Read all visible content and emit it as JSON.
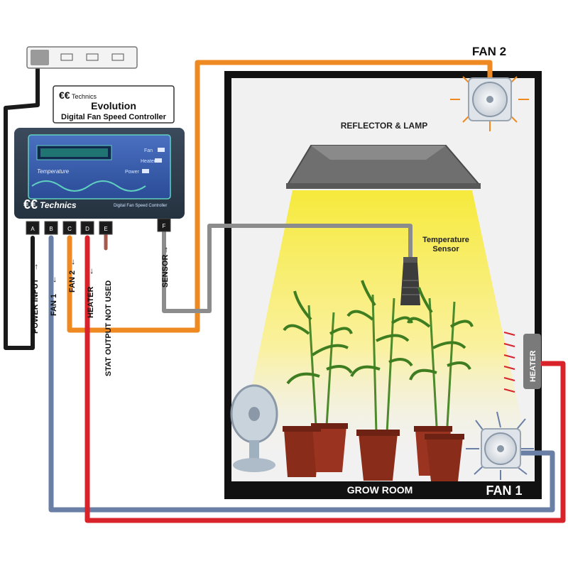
{
  "controller": {
    "brand_top": "Technics",
    "product_name": "Evolution",
    "product_subtitle": "Digital Fan Speed Controller",
    "panel_temperature": "Temperature",
    "panel_fan": "Fan",
    "panel_heater": "Heater",
    "panel_power": "Power",
    "panel_logo": "Technics",
    "panel_footer": "Digital Fan Speed Controller",
    "terminals": [
      "A",
      "B",
      "C",
      "D",
      "E",
      "F"
    ]
  },
  "connections": {
    "power_input": "POWER INPUT",
    "fan1": "FAN 1",
    "fan2": "FAN 2",
    "heater": "HEATER",
    "stat_output": "STAT OUTPUT NOT USED",
    "sensor": "SENSOR"
  },
  "room": {
    "fan2_title": "FAN 2",
    "reflector_label": "REFLECTOR & LAMP",
    "temp_sensor_line1": "Temperature",
    "temp_sensor_line2": "Sensor",
    "heater_tag": "HEATER",
    "grow_room_label": "GROW ROOM",
    "fan1_title": "FAN 1"
  },
  "colors": {
    "power_wire": "#1a1a1a",
    "fan1_wire": "#6a7fa6",
    "fan2_wire": "#ef8a22",
    "heater_wire": "#d8232a",
    "sensor_wire": "#8c8c8c",
    "controller_body": "#2d3b4c",
    "room_border": "#111111",
    "room_floor": "#f2f2f2",
    "light": "#f6ea3c"
  }
}
